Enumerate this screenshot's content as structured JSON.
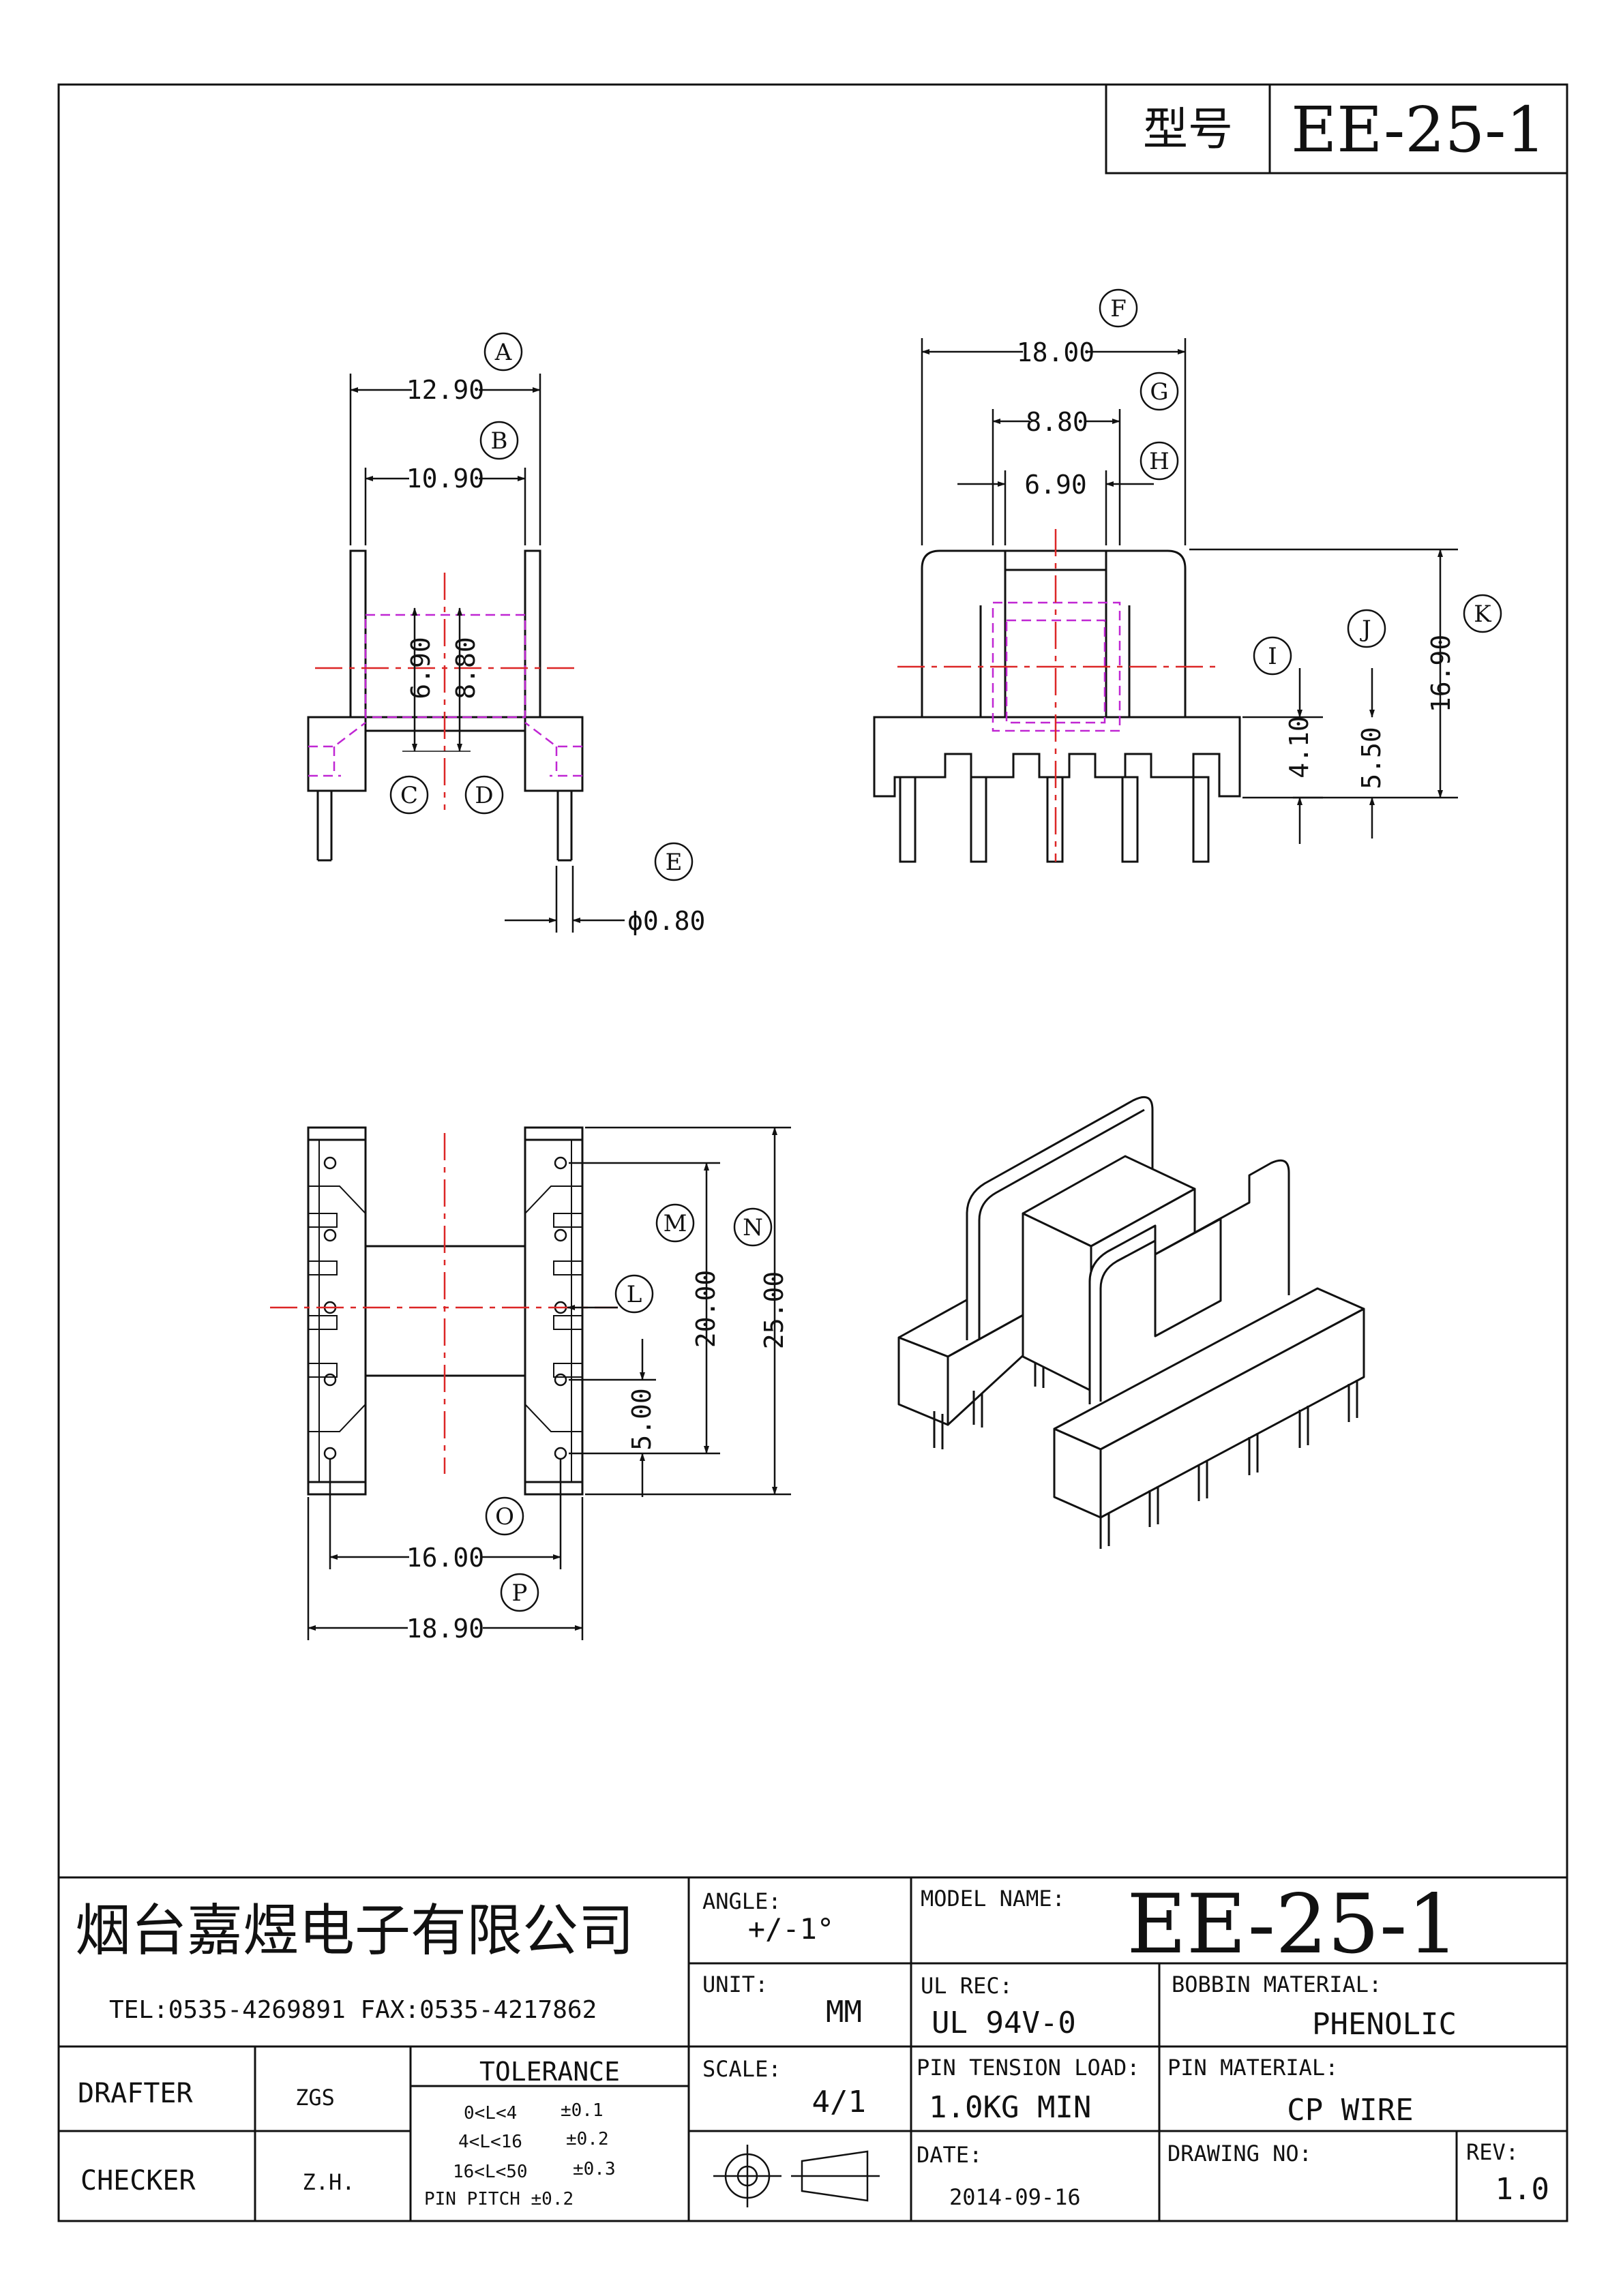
{
  "model_box": {
    "label": "型号",
    "value": "EE-25-1"
  },
  "view1": {
    "dims": {
      "a": "12.90",
      "b": "10.90",
      "c": "6.90",
      "d": "8.80",
      "e": "ϕ0.80"
    },
    "callouts": {
      "a": "A",
      "b": "B",
      "c": "C",
      "d": "D",
      "e": "E"
    }
  },
  "view2": {
    "dims": {
      "f": "18.00",
      "g": "8.80",
      "h": "6.90",
      "i": "4.10",
      "j": "5.50",
      "k": "16.90"
    },
    "callouts": {
      "f": "F",
      "g": "G",
      "h": "H",
      "i": "I",
      "j": "J",
      "k": "K"
    }
  },
  "view3": {
    "dims": {
      "l": "",
      "m": "20.00",
      "n": "25.00",
      "l5": "5.00",
      "o": "16.00",
      "p": "18.90"
    },
    "callouts": {
      "l": "L",
      "m": "M",
      "n": "N",
      "o": "O",
      "p": "P"
    }
  },
  "title_block": {
    "company": "烟台嘉煜电子有限公司",
    "contact": "TEL:0535-4269891   FAX:0535-4217862",
    "angle_label": "ANGLE:",
    "angle_value": "+/-1°",
    "model_name_label": "MODEL NAME:",
    "model_name_value": "EE-25-1",
    "unit_label": "UNIT:",
    "unit_value": "MM",
    "ul_label": "UL REC:",
    "ul_value": "UL 94V-0",
    "bobbin_label": "BOBBIN MATERIAL:",
    "bobbin_value": "PHENOLIC",
    "drafter_label": "DRAFTER",
    "drafter_value": "ZGS",
    "checker_label": "CHECKER",
    "checker_value": "Z.H.",
    "tolerance_label": "TOLERANCE",
    "tol1_range": "0<L<4",
    "tol1_value": "±0.1",
    "tol2_range": "4<L<16",
    "tol2_value": "±0.2",
    "tol3_range": "16<L<50",
    "tol3_value": "±0.3",
    "tol4": "PIN PITCH  ±0.2",
    "scale_label": "SCALE:",
    "scale_value": "4/1",
    "pin_tension_label": "PIN TENSION LOAD:",
    "pin_tension_value": "1.0KG MIN",
    "pin_material_label": "PIN MATERIAL:",
    "pin_material_value": "CP WIRE",
    "date_label": "DATE:",
    "date_value": "2014-09-16",
    "drawing_no_label": "DRAWING NO:",
    "drawing_no_value": "",
    "rev_label": "REV:",
    "rev_value": "1.0"
  }
}
